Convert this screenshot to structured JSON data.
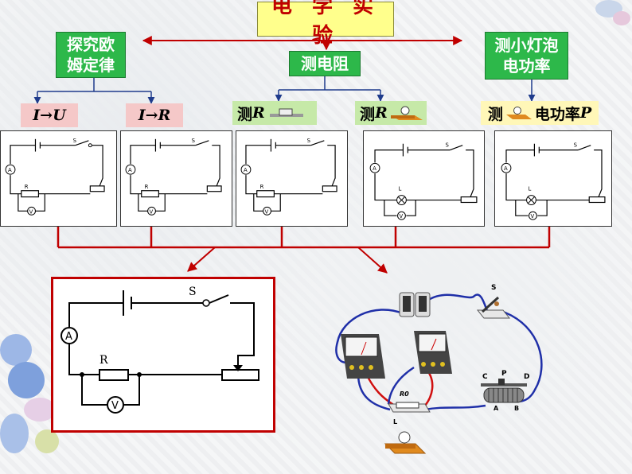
{
  "title": "电 学 实 验",
  "left_header": "探究欧\n姆定律",
  "middle_header": "测电阻",
  "right_header": "测小灯泡\n电功率",
  "labels": {
    "i_u": "I→U",
    "i_r": "I→R",
    "measure_r_1_prefix": "测",
    "measure_r_1_var": "R",
    "measure_r_2_prefix": "测",
    "measure_r_2_var": "R",
    "measure_power_prefix": "测",
    "measure_power_mid": "电功率",
    "measure_power_var": "P"
  },
  "circuit_labels": {
    "switch": "S",
    "ammeter": "A",
    "resistor": "R",
    "voltmeter": "V",
    "lamp": "L"
  },
  "apparatus_labels": {
    "switch": "S",
    "c": "C",
    "p": "P",
    "d": "D",
    "a": "A",
    "b": "B",
    "r0": "R0",
    "l": "L"
  },
  "colors": {
    "title_bg": "#ffff8c",
    "title_text": "#c00000",
    "header_green": "#2db84a",
    "arrow_red": "#c00000",
    "connector_blue": "#1f3b8c",
    "wire_blue": "#1f2fa8",
    "wire_red": "#d01010"
  }
}
